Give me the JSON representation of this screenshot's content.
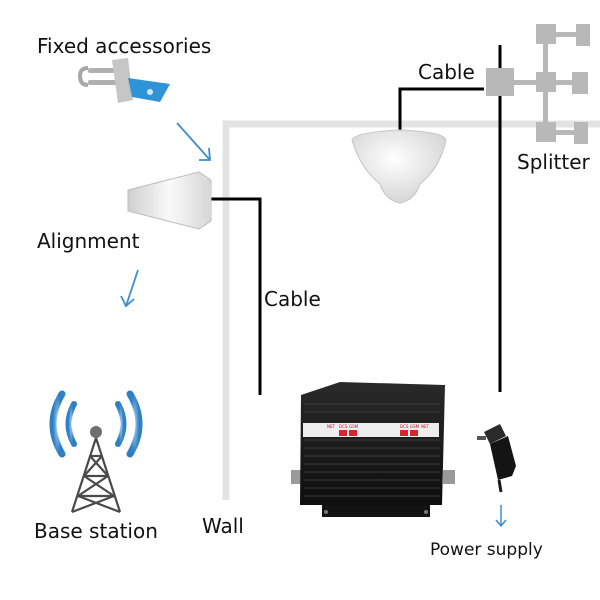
{
  "labels": {
    "fixed_accessories": "Fixed accessories",
    "cable_top": "Cable",
    "splitter": "Splitter",
    "alignment": "Alignment",
    "cable_mid": "Cable",
    "base_station": "Base station",
    "wall": "Wall",
    "power_supply": "Power supply"
  },
  "repeater": {
    "left_panel": [
      "NET",
      "DCS",
      "GSM"
    ],
    "right_panel": [
      "DCS",
      "GSM",
      "NET"
    ]
  },
  "colors": {
    "arrow": "#3b8fd1",
    "wall": "#e3e3e3",
    "cable": "#000000",
    "splitter": "#b8b8b8",
    "repeater_body": "#1c1c1c",
    "display_red": "#d8242a"
  },
  "icons": [
    "bracket-icon",
    "panel-antenna-icon",
    "ceiling-antenna-icon",
    "splitter-icon",
    "tower-icon",
    "repeater-icon",
    "power-adapter-icon"
  ]
}
